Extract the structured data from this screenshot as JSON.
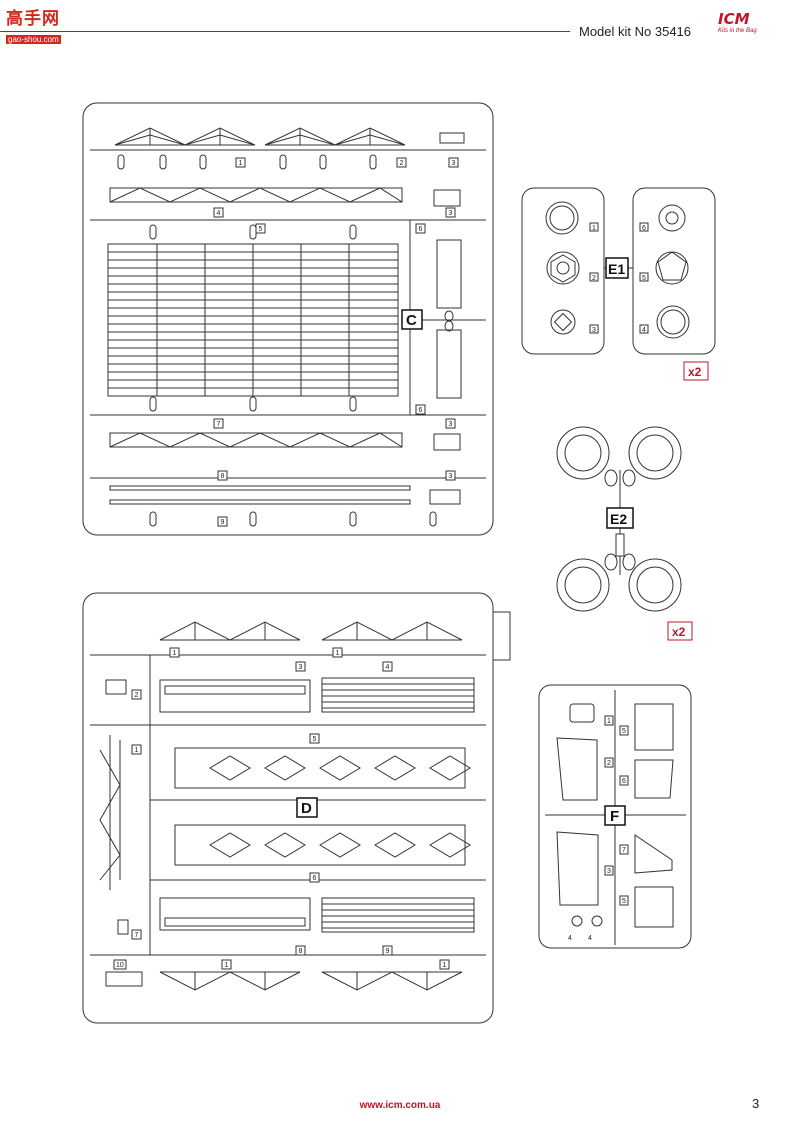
{
  "header": {
    "kit_title": "Model kit No 35416",
    "watermark": {
      "title": "高手网",
      "subtitle": "gao-shou.com"
    },
    "logo": {
      "brand": "ICM",
      "tagline": "Kits in the Bag"
    }
  },
  "footer": {
    "url": "www.icm.com.ua",
    "page_number": "3"
  },
  "sprues": {
    "C": {
      "label": "C",
      "part_numbers": [
        "1",
        "2",
        "3",
        "4",
        "3",
        "5",
        "6",
        "6",
        "7",
        "3",
        "8",
        "3",
        "9"
      ]
    },
    "E1": {
      "label": "E1",
      "multiplier": "x2",
      "part_numbers": [
        "1",
        "2",
        "3",
        "6",
        "5",
        "4"
      ]
    },
    "E2": {
      "label": "E2",
      "multiplier": "x2",
      "part_numbers": []
    },
    "D": {
      "label": "D",
      "part_numbers": [
        "1",
        "3",
        "1",
        "4",
        "2",
        "1",
        "5",
        "6",
        "7",
        "8",
        "9",
        "10",
        "1",
        "1"
      ]
    },
    "F": {
      "label": "F",
      "part_numbers": [
        "1",
        "5",
        "2",
        "6",
        "7",
        "3",
        "5",
        "4",
        "4"
      ]
    }
  }
}
